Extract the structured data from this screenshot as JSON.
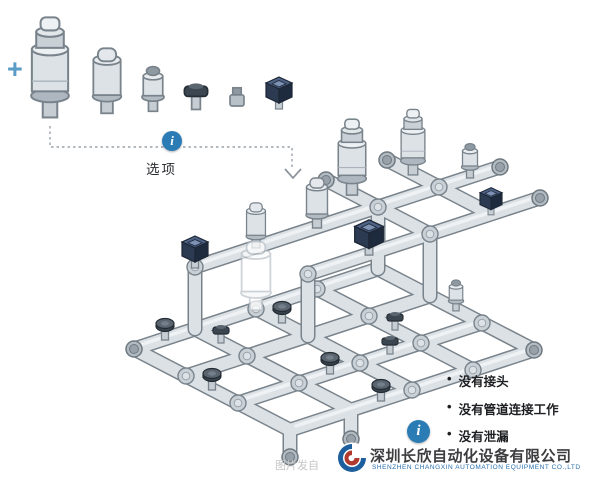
{
  "palette": {
    "accent_blue": "#2b7cb5",
    "pipe_fill": "#dce1e5",
    "pipe_outline": "#79838b",
    "navy_block": "#2c3a52",
    "text_dark": "#1d1f22",
    "company_text": "#3d3d40",
    "company_en_blue": "#2a6fad",
    "watermark_gray": "#c6c6c6"
  },
  "options_panel": {
    "plus_label": "+",
    "info_glyph": "i",
    "label": "选项"
  },
  "benefits": {
    "bullet": "•",
    "info_glyph": "i",
    "items": [
      "没有接头",
      "没有管道连接工作",
      "没有泄漏"
    ]
  },
  "footer": {
    "company_cn": "深圳长欣自动化设备有限公司",
    "company_en": "SHENZHEN CHANGXIN AUTOMATION EQUIPMENT CO.,LTD",
    "watermark": "图片发自"
  }
}
